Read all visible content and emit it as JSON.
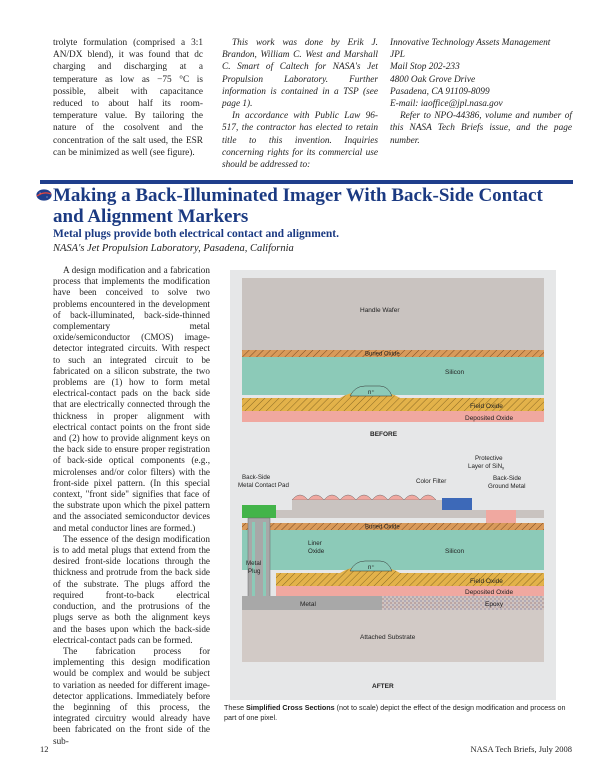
{
  "top_col1": {
    "p1": "trolyte formulation (comprised a 3:1 AN/DX blend), it was found that dc charging and discharging at a temperature as low as −75 °C is possible, albeit with capacitance reduced to about half its room-temperature value. By tailoring the nature of the cosolvent and the concentration of the salt used, the ESR can be minimized as well (see figure)."
  },
  "top_col2": {
    "p1": "This work was done by Erik J. Brandon, William C. West and Marshall C. Smart of Caltech for NASA's Jet Propulsion Laboratory. Further information is contained in a TSP (see page 1).",
    "p2": "In accordance with Public Law 96-517, the contractor has elected to retain title to this invention. Inquiries concerning rights for its commercial use should be addressed to:"
  },
  "top_col3": {
    "lines": [
      "Innovative Technology Assets Management",
      "JPL",
      "Mail Stop 202-233",
      "4800 Oak Grove Drive",
      "Pasadena, CA 91109-8099",
      "E-mail: iaoffice@jpl.nasa.gov"
    ],
    "p_ref": "Refer to NPO-44386, volume and number of this NASA Tech Briefs issue, and the page number."
  },
  "article": {
    "title": "Making a Back-Illuminated Imager With Back-Side Contact and Alignment Markers",
    "subtitle": "Metal plugs provide both electrical contact and alignment.",
    "affiliation": "NASA's Jet Propulsion Laboratory, Pasadena, California",
    "p1": "A design modification and a fabrication process that implements the modification have been conceived to solve two problems encountered in the development of back-illuminated, back-side-thinned complementary metal oxide/semiconductor (CMOS) image-detector integrated circuits. With respect to such an integrated circuit to be fabricated on a silicon substrate, the two problems are (1) how to form metal electrical-contact pads on the back side that are electrically connected through the thickness in proper alignment with electrical contact points on the front side and (2) how to provide alignment keys on the back side to ensure proper registration of back-side optical components (e.g., microlenses and/or color filters) with the front-side pixel pattern. (In this special context, \"front side\" signifies that face of the substrate upon which the pixel pattern and the associated semiconductor devices and metal conductor lines are formed.)",
    "p2": "The essence of the design modification is to add metal plugs that extend from the desired front-side locations through the thickness and protrude from the back side of the substrate. The plugs afford the required front-to-back electrical conduction, and the protrusions of the plugs serve as both the alignment keys and the bases upon which the back-side electrical-contact pads can be formed.",
    "p3": "The fabrication process for implementing this design modification would be complex and would be subject to variation as needed for different image-detector applications. Immediately before the beginning of this process, the integrated circuitry would already have been fabricated on the front side of the sub-"
  },
  "figure": {
    "before_label": "BEFORE",
    "after_label": "AFTER",
    "labels": {
      "handle_wafer": "Handle Wafer",
      "buried_oxide": "Buried Oxide",
      "silicon": "Silicon",
      "n_plus": "n⁺",
      "field_oxide": "Field Oxide",
      "deposited_oxide": "Deposited Oxide",
      "back_side_contact_pad_1": "Back-Side",
      "back_side_contact_pad_2": "Metal Contact Pad",
      "color_filter": "Color Filter",
      "protective_1": "Protective",
      "protective_2": "Layer of SiN",
      "protective_sub": "x",
      "ground_1": "Back-Side",
      "ground_2": "Ground Metal",
      "liner_1": "Liner",
      "liner_2": "Oxide",
      "metal_plug_1": "Metal",
      "metal_plug_2": "Plug",
      "metal": "Metal",
      "epoxy": "Epoxy",
      "attached_substrate": "Attached Substrate"
    },
    "colors": {
      "handle": "#c9c3c0",
      "buried": "#d99a5a",
      "silicon": "#8ccab8",
      "field": "#e3b24a",
      "deposited": "#f0a8a0",
      "metal": "#a8a8a8",
      "epoxy": "#cfc3c0",
      "substrate": "#d2cac6",
      "green": "#43b449",
      "blue": "#3d69b8",
      "frame": "#e6e7e8"
    }
  },
  "caption": {
    "lead": "These ",
    "bold": "Simplified Cross Sections",
    "rest": " (not to scale) depict the effect of the design modification and process on part of one pixel."
  },
  "footer": {
    "page": "12",
    "journal": "NASA Tech Briefs, July 2008"
  }
}
